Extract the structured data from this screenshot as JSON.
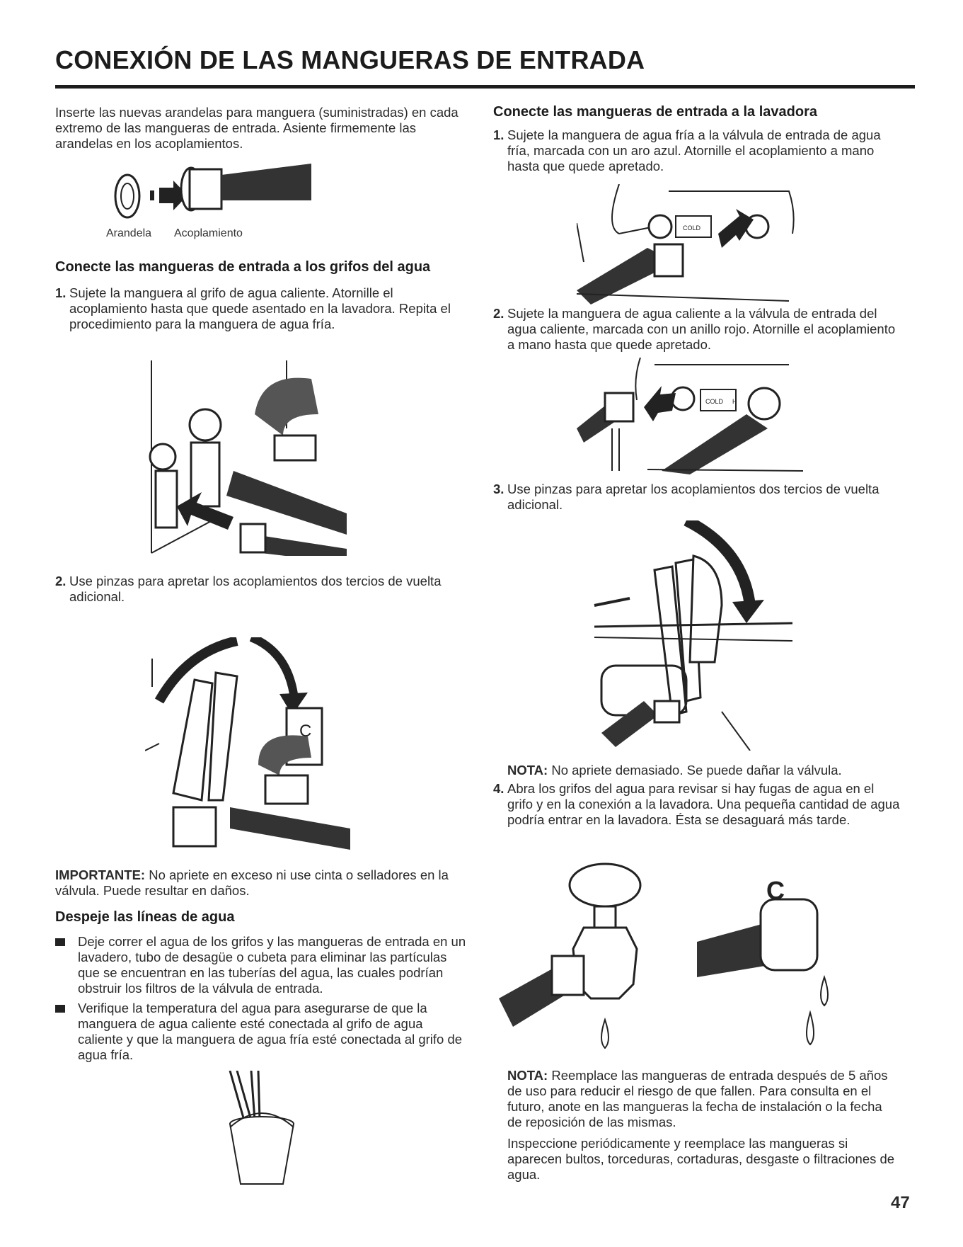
{
  "title": "CONEXIÓN DE LAS MANGUERAS DE ENTRADA",
  "intro": "Inserte las nuevas arandelas para manguera (suministradas) en cada extremo de las mangueras de entrada. Asiente firmemente las arandelas en los acoplamientos.",
  "washer_fig": {
    "label_washer": "Arandela",
    "label_coupling": "Acoplamiento"
  },
  "faucets": {
    "heading": "Conecte las mangueras de entrada a los grifos del agua",
    "step1_num": "1.",
    "step1": "Sujete la manguera al grifo de agua caliente. Atornille el acoplamiento hasta que quede asentado en la lavadora. Repita el procedimiento para la manguera de agua fría.",
    "step2_num": "2.",
    "step2": "Use pinzas para apretar los acoplamientos dos tercios de vuelta adicional.",
    "fig_letter": "C",
    "important_label": "IMPORTANTE:",
    "important_text": " No apriete en exceso ni use cinta o selladores en la válvula. Puede resultar en daños."
  },
  "clear": {
    "heading": "Despeje las líneas de agua",
    "bullets": [
      "Deje correr el agua de los grifos y las mangueras de entrada en un lavadero, tubo de desagüe o cubeta para eliminar las partículas que se encuentran en las tuberías del agua, las cuales podrían obstruir los filtros de la válvula de entrada.",
      "Verifique la temperatura del agua para asegurarse de que la manguera de agua caliente esté conectada al grifo de agua caliente y que la manguera de agua fría esté conectada al grifo de agua fría."
    ]
  },
  "washer": {
    "heading": "Conecte las mangueras de entrada a la lavadora",
    "step1_num": "1.",
    "step1": "Sujete la manguera de agua fría a la válvula de entrada de agua fría, marcada con un aro azul. Atornille el acoplamiento a mano hasta que quede apretado.",
    "step2_num": "2.",
    "step2": "Sujete la manguera de agua caliente a la válvula de entrada del agua caliente, marcada con un anillo rojo. Atornille el acoplamiento a mano hasta que quede apretado.",
    "step3_num": "3.",
    "step3": "Use pinzas para apretar los acoplamientos dos tercios de vuelta adicional.",
    "valve_label_cold": "COLD",
    "valve_label_hot": "H",
    "note1_label": "NOTA:",
    "note1_text": " No apriete demasiado. Se puede dañar la válvula.",
    "step4_num": "4.",
    "step4": "Abra los grifos del agua para revisar si hay fugas de agua en el grifo y en la conexión a la lavadora. Una pequeña cantidad de agua podría entrar en la lavadora. Ésta se desaguará más tarde.",
    "leak_letter": "C",
    "note2_label": "NOTA:",
    "note2_text": " Reemplace las mangueras de entrada después de 5 años de uso para reducir el riesgo de que fallen. Para consulta en el futuro, anote en las mangueras la fecha de instalación o la fecha de reposición de las mismas.",
    "inspect": "Inspeccione periódicamente y reemplace las mangueras si aparecen bultos, torceduras, cortaduras, desgaste o filtraciones de agua."
  },
  "page_number": "47"
}
